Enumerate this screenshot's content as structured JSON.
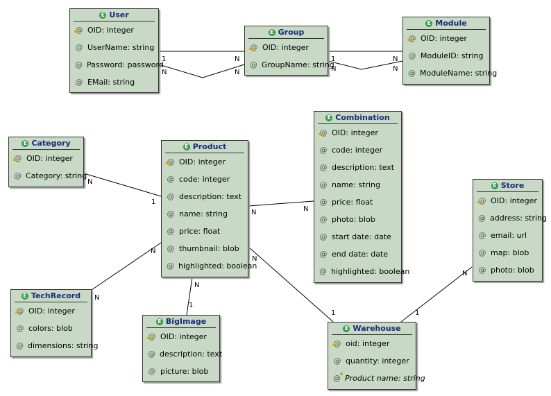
{
  "entities": {
    "user": {
      "name": "User",
      "attrs": [
        {
          "text": "OID: integer",
          "icon": "key-attribute-icon"
        },
        {
          "text": "UserName: string",
          "icon": "attribute-icon"
        },
        {
          "text": "Password: password",
          "icon": "attribute-icon"
        },
        {
          "text": "EMail: string",
          "icon": "attribute-icon"
        }
      ]
    },
    "group": {
      "name": "Group",
      "attrs": [
        {
          "text": "OID: integer",
          "icon": "key-attribute-icon"
        },
        {
          "text": "GroupName: string",
          "icon": "attribute-icon"
        }
      ]
    },
    "module": {
      "name": "Module",
      "attrs": [
        {
          "text": "OID: integer",
          "icon": "key-attribute-icon"
        },
        {
          "text": "ModuleID: string",
          "icon": "attribute-icon"
        },
        {
          "text": "ModuleName: string",
          "icon": "attribute-icon"
        }
      ]
    },
    "category": {
      "name": "Category",
      "attrs": [
        {
          "text": "OID: integer",
          "icon": "key-attribute-icon"
        },
        {
          "text": "Category: string",
          "icon": "attribute-icon"
        }
      ]
    },
    "product": {
      "name": "Product",
      "attrs": [
        {
          "text": "OID: integer",
          "icon": "key-attribute-icon"
        },
        {
          "text": "code: integer",
          "icon": "attribute-icon"
        },
        {
          "text": "description: text",
          "icon": "attribute-icon"
        },
        {
          "text": "name: string",
          "icon": "attribute-icon"
        },
        {
          "text": "price: float",
          "icon": "attribute-icon"
        },
        {
          "text": "thumbnail: blob",
          "icon": "attribute-icon"
        },
        {
          "text": "highlighted: boolean",
          "icon": "attribute-icon"
        }
      ]
    },
    "combination": {
      "name": "Combination",
      "attrs": [
        {
          "text": "OID: integer",
          "icon": "key-attribute-icon"
        },
        {
          "text": "code: integer",
          "icon": "attribute-icon"
        },
        {
          "text": "description: text",
          "icon": "attribute-icon"
        },
        {
          "text": "name: string",
          "icon": "attribute-icon"
        },
        {
          "text": "price: float",
          "icon": "attribute-icon"
        },
        {
          "text": "photo: blob",
          "icon": "attribute-icon"
        },
        {
          "text": "start date: date",
          "icon": "attribute-icon"
        },
        {
          "text": "end date: date",
          "icon": "attribute-icon"
        },
        {
          "text": "highlighted: boolean",
          "icon": "attribute-icon"
        }
      ]
    },
    "store": {
      "name": "Store",
      "attrs": [
        {
          "text": "OID: integer",
          "icon": "key-attribute-icon"
        },
        {
          "text": "address: string",
          "icon": "attribute-icon"
        },
        {
          "text": "email: url",
          "icon": "attribute-icon"
        },
        {
          "text": "map: blob",
          "icon": "attribute-icon"
        },
        {
          "text": "photo: blob",
          "icon": "attribute-icon"
        }
      ]
    },
    "techrecord": {
      "name": "TechRecord",
      "attrs": [
        {
          "text": "OID: integer",
          "icon": "key-attribute-icon"
        },
        {
          "text": "colors: blob",
          "icon": "attribute-icon"
        },
        {
          "text": "dimensions: string",
          "icon": "attribute-icon"
        }
      ]
    },
    "bigimage": {
      "name": "BigImage",
      "attrs": [
        {
          "text": "OID: integer",
          "icon": "key-attribute-icon"
        },
        {
          "text": "description: text",
          "icon": "attribute-icon"
        },
        {
          "text": "picture: blob",
          "icon": "attribute-icon"
        }
      ]
    },
    "warehouse": {
      "name": "Warehouse",
      "attrs": [
        {
          "text": "oid: integer",
          "icon": "key-attribute-icon"
        },
        {
          "text": "quantity: integer",
          "icon": "attribute-icon"
        },
        {
          "text": "Product name: string",
          "icon": "derived-attribute-icon",
          "italic": true
        }
      ]
    }
  },
  "relationships": [
    {
      "id": "user-group-1",
      "from": "user",
      "to": "group",
      "from_card": "1",
      "to_card": "N"
    },
    {
      "id": "user-group-2",
      "from": "user",
      "to": "group",
      "from_card": "N",
      "to_card": "N"
    },
    {
      "id": "group-module-1",
      "from": "group",
      "to": "module",
      "from_card": "1",
      "to_card": "N"
    },
    {
      "id": "group-module-2",
      "from": "group",
      "to": "module",
      "from_card": "N",
      "to_card": "N"
    },
    {
      "id": "category-product",
      "from": "category",
      "to": "product",
      "from_card": "N",
      "to_card": "1"
    },
    {
      "id": "product-combination",
      "from": "product",
      "to": "combination",
      "from_card": "N",
      "to_card": "N"
    },
    {
      "id": "product-techrecord",
      "from": "product",
      "to": "techrecord",
      "from_card": "N",
      "to_card": "N"
    },
    {
      "id": "product-bigimage",
      "from": "product",
      "to": "bigimage",
      "from_card": "N",
      "to_card": "1"
    },
    {
      "id": "product-warehouse",
      "from": "product",
      "to": "warehouse",
      "from_card": "N",
      "to_card": "1"
    },
    {
      "id": "store-warehouse",
      "from": "store",
      "to": "warehouse",
      "from_card": "N",
      "to_card": "1"
    }
  ],
  "colors": {
    "entity_fill": "#c8d9c5",
    "title_text": "#1a2c7a",
    "entity_icon": "#2e9a48",
    "key_icon": "#d9a800"
  }
}
